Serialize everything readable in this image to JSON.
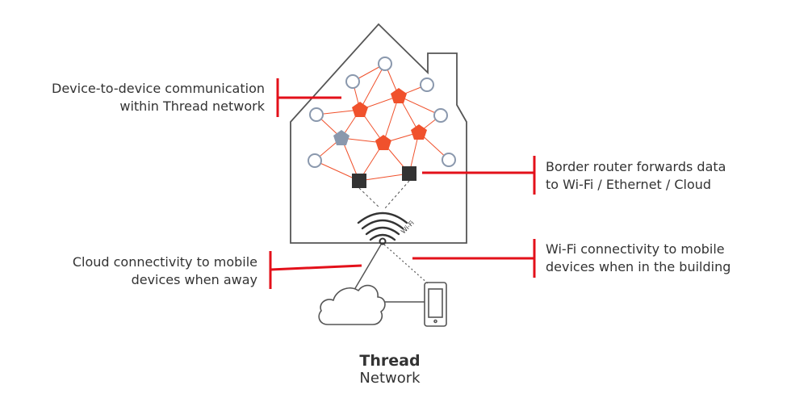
{
  "callouts": {
    "device_to_device": "Device-to-device communication within Thread network",
    "device_to_device_line1": "Device-to-device communication",
    "device_to_device_line2": "within Thread network",
    "border_router_line1": "Border router forwards data",
    "border_router_line2": "to Wi-Fi / Ethernet / Cloud",
    "wifi_line1": "Wi-Fi connectivity to mobile",
    "wifi_line2": "devices when in the building",
    "cloud_line1": "Cloud connectivity to mobile",
    "cloud_line2": "devices when away"
  },
  "wifi_badge": "Wi-Fi",
  "title": {
    "line1": "Thread",
    "line2": "Network"
  },
  "colors": {
    "accent_red": "#e3101a",
    "router_node": "#f0512c",
    "sleepy_node": "#8a98ad",
    "end_device_stroke": "#8a98ad",
    "border_router": "#333333",
    "mesh_link": "#f0512c",
    "outline": "#555555"
  },
  "icons": [
    "house-outline",
    "router-node-icon",
    "end-device-icon",
    "border-router-icon",
    "wifi-icon",
    "cloud-icon",
    "phone-icon"
  ]
}
